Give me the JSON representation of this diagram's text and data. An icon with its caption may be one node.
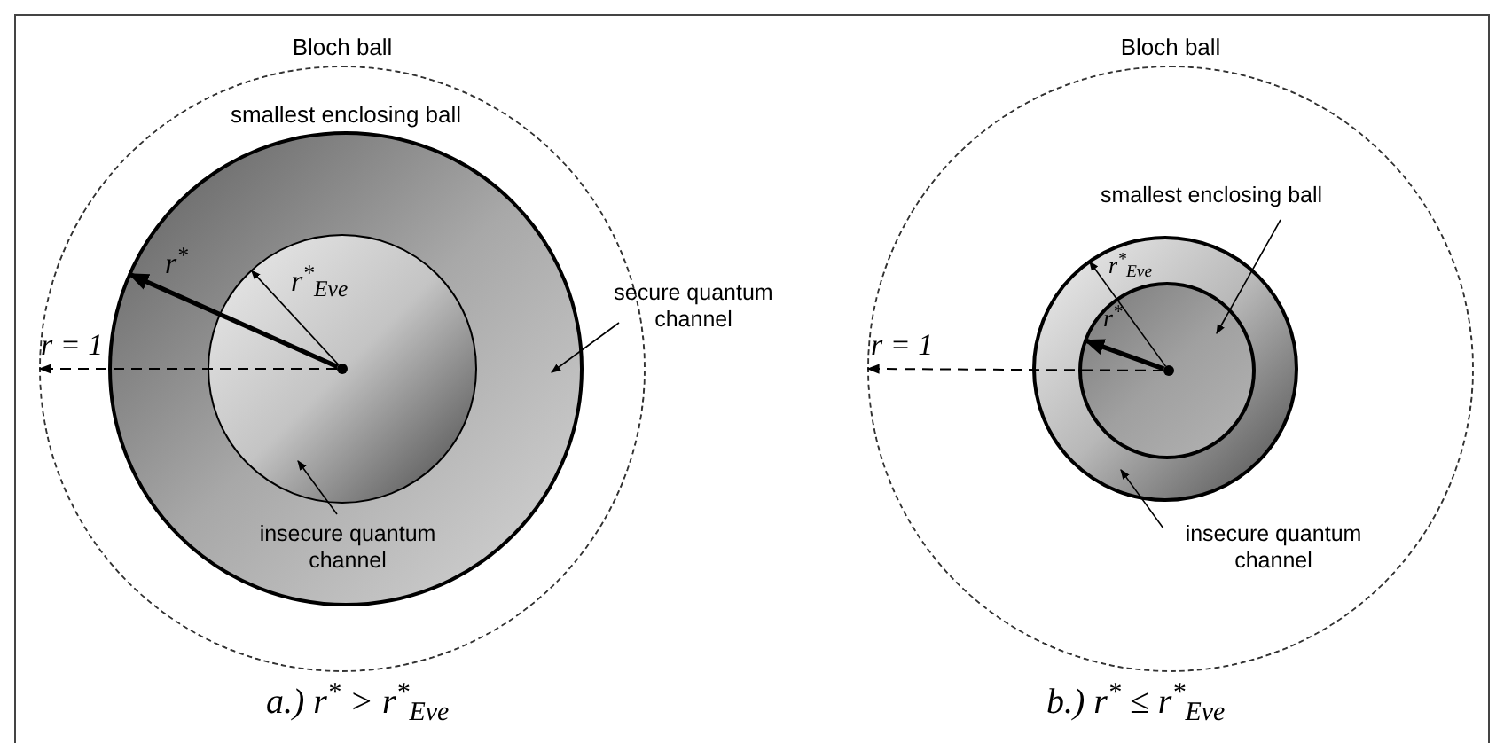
{
  "diagram": {
    "nodes": [
      {
        "text": [
          "Bloch ball"
        ]
      },
      {
        "text": [
          "smallest enclosing ball"
        ],
        "in": 0
      },
      {
        "text": [],
        "shape": "circle",
        "in": 1
      },
      {
        "text": [
          "secure quantum channel"
        ]
      },
      {
        "text": [
          "insecure quantum channel"
        ],
        "in": 1
      },
      {
        "text": [
          "Bloch ball"
        ]
      },
      {
        "text": [
          "smallest enclosing ball"
        ],
        "in": 5
      },
      {
        "text": [],
        "shape": "circle",
        "in": 5
      },
      {
        "text": [],
        "shape": "circle",
        "in": 7
      },
      {
        "text": [
          "insecure quantum channel"
        ],
        "in": 5
      },
      {
        "text": [],
        "shape": "circle",
        "in": 2
      },
      {
        "text": [],
        "shape": "circle",
        "in": 8
      }
    ],
    "edges": [
      {
        "from": 3,
        "to": 1,
        "arrow": "to"
      },
      {
        "from": 4,
        "to": 2,
        "arrow": "to"
      },
      {
        "from": 6,
        "to": 8,
        "arrow": "to"
      },
      {
        "from": 9,
        "to": 7,
        "arrow": "to"
      },
      {
        "from": 10,
        "to": 1,
        "arrow": "to",
        "label": "r$^{*}$",
        "style": "thick"
      },
      {
        "from": 10,
        "to": 2,
        "arrow": "to",
        "label": "r$^{*}$$_{Eve}$"
      },
      {
        "from": 10,
        "to": 0,
        "arrow": "to",
        "label": "r = 1",
        "style": "dashed"
      },
      {
        "from": 11,
        "to": 7,
        "arrow": "to",
        "label": "r$^{*}$$_{Eve}$"
      },
      {
        "from": 11,
        "to": 8,
        "arrow": "to",
        "label": "r$^{*}$",
        "style": "thick"
      },
      {
        "from": 11,
        "to": 5,
        "arrow": "to",
        "label": "r = 1",
        "style": "dashed"
      }
    ],
    "labels": [
      "a.) r$^{*}$ > r$^{*}$$_{Eve}$",
      "b.) r$^{*}$ ≤ r$^{*}$$_{Eve}$"
    ]
  }
}
